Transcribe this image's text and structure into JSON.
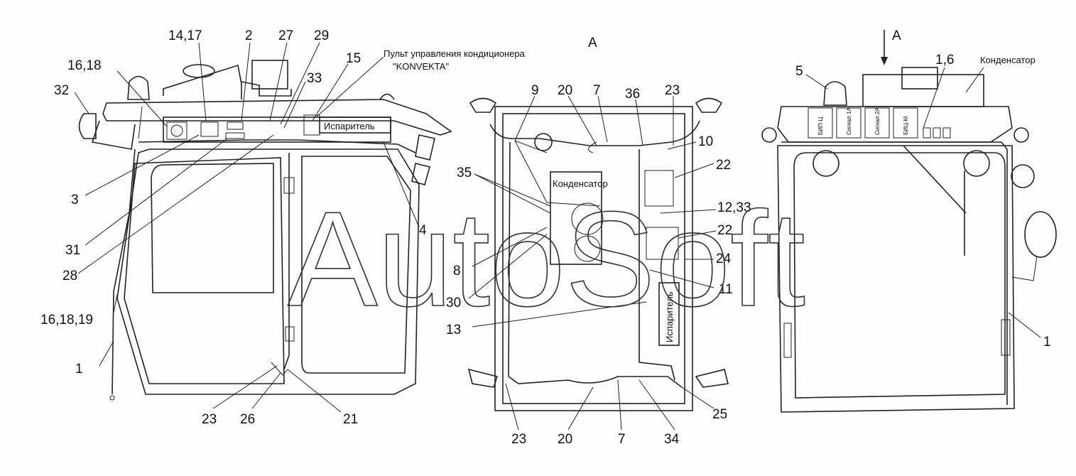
{
  "view_a_title": "А",
  "view_a_arrow_label": "А",
  "annotation_console": "Пульт управления кондиционера",
  "annotation_console_brand": "\"KONVEKTA\"",
  "evaporator_left": "Испаритель",
  "evaporator_mid": "Испаритель",
  "condenser_mid": "Конденсатор",
  "condenser_right": "Конденсатор",
  "watermark": "AutoSoft",
  "fuse_blocks": [
    "БИП-Ц",
    "Сигнал 1А",
    "Сигнал 2А",
    "БИЦ-М"
  ],
  "left_labels": {
    "l_14_17": "14,17",
    "l_2": "2",
    "l_27": "27",
    "l_29": "29",
    "l_15": "15",
    "l_16_18": "16,18",
    "l_33": "33",
    "l_32": "32",
    "l_3": "3",
    "l_4": "4",
    "l_31": "31",
    "l_28": "28",
    "l_16_18_19": "16,18,19",
    "l_1": "1",
    "l_23": "23",
    "l_26": "26",
    "l_21": "21"
  },
  "mid_labels": {
    "m_9": "9",
    "m_20": "20",
    "m_7": "7",
    "m_36": "36",
    "m_23": "23",
    "m_10": "10",
    "m_22a": "22",
    "m_35": "35",
    "m_12_33": "12,33",
    "m_22b": "22",
    "m_24": "24",
    "m_8": "8",
    "m_11": "11",
    "m_30": "30",
    "m_13": "13",
    "m_25": "25",
    "m_23b": "23",
    "m_20b": "20",
    "m_7b": "7",
    "m_34": "34"
  },
  "right_labels": {
    "r_5": "5",
    "r_1_6": "1,6",
    "r_1": "1"
  }
}
